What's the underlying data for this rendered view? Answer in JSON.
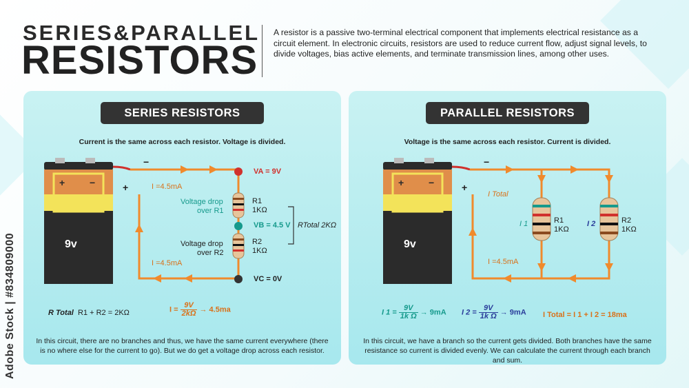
{
  "header": {
    "title_small": "SERIES&PARALLEL",
    "title_big": "RESISTORS",
    "intro": "A resistor is a passive two-terminal electrical component that implements electrical resistance as a circuit element. In electronic circuits, resistors are used to reduce current flow, adjust signal levels, to divide voltages, bias active elements, and terminate transmission lines, among other uses."
  },
  "watermark": "Adobe Stock | #834809000",
  "series": {
    "title": "SERIES RESISTORS",
    "caption": "Current is the same across each resistor. Voltage is divided.",
    "battery_label": "9v",
    "plus": "+",
    "minus": "−",
    "current_top": "I =4.5mA",
    "current_bottom": "I =4.5mA",
    "va": "VA  =  9V",
    "vb": "VB  =  4.5 V",
    "vc": "VC  =  0V",
    "r1": "R1",
    "r1_val": "1KΩ",
    "r2": "R2",
    "r2_val": "1KΩ",
    "drop1_a": "Voltage drop",
    "drop1_b": "over R1",
    "drop2_a": "Voltage drop",
    "drop2_b": "over R2",
    "rtotal_side": "RTotal 2KΩ",
    "formula_r_label": "R Total",
    "formula_r_expr": "R1 + R2 = 2KΩ",
    "formula_i_lhs": "I =",
    "formula_i_num": "9V",
    "formula_i_den": "2kΩ",
    "formula_i_res": "→ 4.5ma",
    "bottom": "In this circuit, there are no branches and thus, we have the same current everywhere (there is no where else for the current to go). But we do get a voltage drop across each resistor."
  },
  "parallel": {
    "title": "PARALLEL RESISTORS",
    "caption": "Voltage is the same across each resistor. Current is divided.",
    "battery_label": "9v",
    "plus": "+",
    "minus": "−",
    "itotal": "I Total",
    "i_bottom": "I =4.5mA",
    "i1": "I 1",
    "i2": "I 2",
    "r1": "R1",
    "r1_val": "1KΩ",
    "r2": "R2",
    "r2_val": "1KΩ",
    "f1_lhs": "I 1 =",
    "f1_num": "9V",
    "f1_den": "1k Ω",
    "f1_res": "→ 9mA",
    "f2_lhs": "I 2 =",
    "f2_num": "9V",
    "f2_den": "1k Ω",
    "f2_res": "→ 9mA",
    "f3": "I Total  =  I 1  +  I 2   =  18ma",
    "bottom": "In this circuit, we have a branch so the current gets divided. Both branches have the same resistance so current is divided evenly. We can calculate the current through each branch and sum."
  },
  "colors": {
    "wire": "#f08a2c",
    "battery_top": "#e08e4a",
    "battery_band": "#f3e35a",
    "battery_body": "#2b2b2b",
    "resistor": "#e7c59b",
    "node_red": "#d0312d",
    "node_teal": "#169a8c",
    "node_dark": "#333333"
  }
}
